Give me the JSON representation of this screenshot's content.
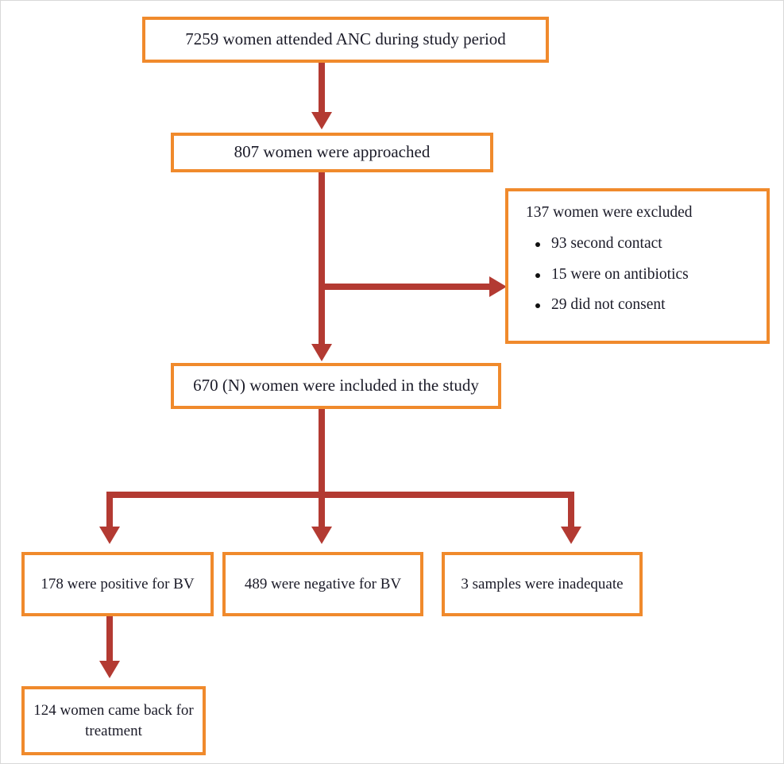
{
  "diagram": {
    "title": "Study participant flow diagram",
    "colors": {
      "box_border": "#F08A2C",
      "box_fill": "#FFFFFF",
      "arrow": "#B33A32",
      "text": "#1B1B28",
      "frame": "#D9D9D9"
    },
    "nodes": {
      "attended": {
        "label": "7259 women attended  ANC during study period"
      },
      "approached": {
        "label": "807 women were approached"
      },
      "excluded": {
        "title": "137 women were excluded",
        "reasons": [
          "93 second contact",
          "15 were on antibiotics",
          "29 did not consent"
        ]
      },
      "included": {
        "label": "670 (N) women were included in the study"
      },
      "positive": {
        "label": "178 were positive for BV"
      },
      "negative": {
        "label": "489 were negative for BV"
      },
      "inadequate": {
        "label": "3 samples were inadequate"
      },
      "treatment": {
        "label": "124 women came back for treatment"
      }
    }
  }
}
